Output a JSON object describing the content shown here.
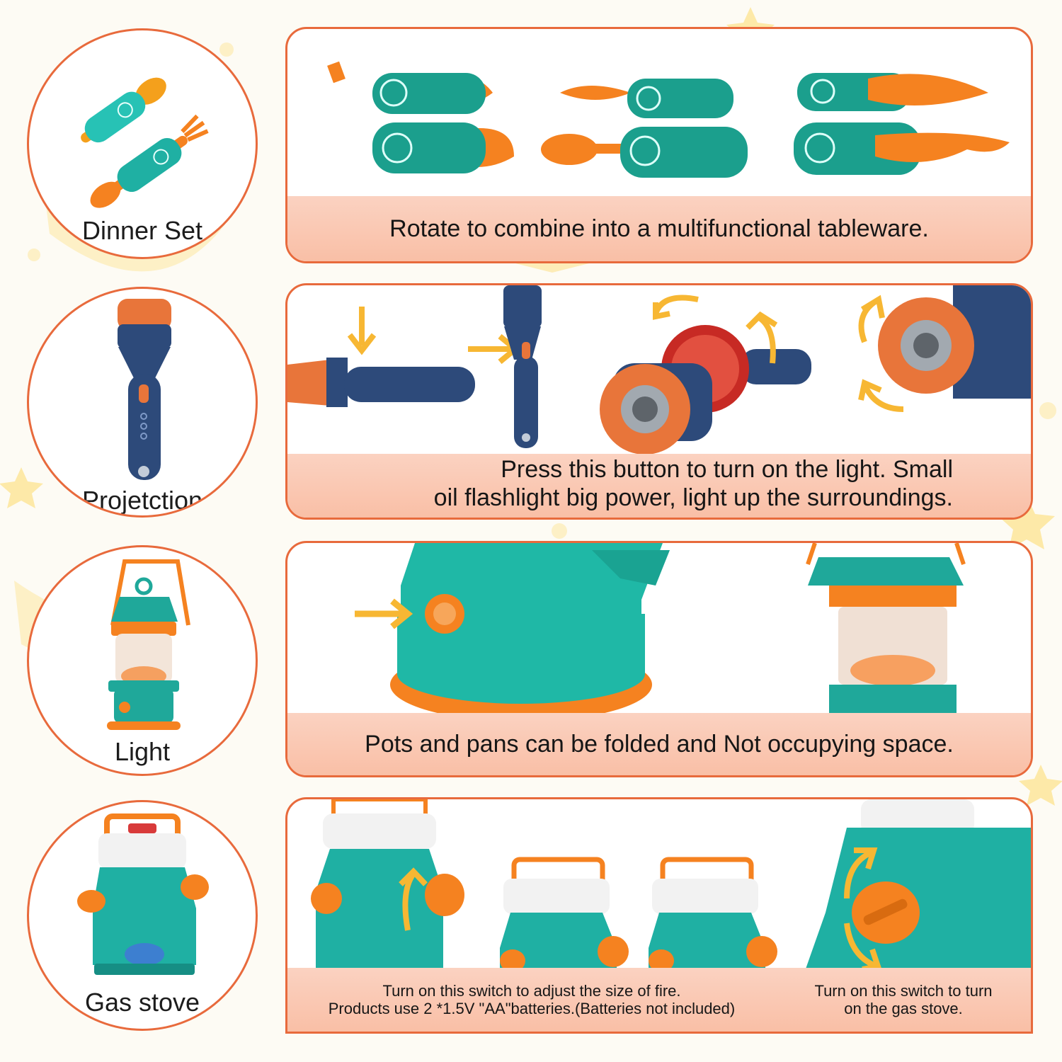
{
  "sections": [
    {
      "label": "Dinner Set",
      "caption": "Rotate to combine into a multifunctional tableware."
    },
    {
      "label": "Projetction",
      "caption_lines": [
        "Press this button to turn on the light. Small",
        "oil flashlight big power, light up the surroundings."
      ]
    },
    {
      "label": "Light",
      "caption": "Pots and pans can be folded and Not occupying space."
    },
    {
      "label": "Gas stove",
      "caption_left": [
        "Turn on this switch to adjust the size of fire.",
        "Products use 2 *1.5V \"AA\"batteries.(Batteries not included)"
      ],
      "caption_right": [
        "Turn on this switch to turn",
        "on the gas stove."
      ]
    }
  ],
  "colors": {
    "accent": "#e86a3c",
    "teal": "#1fa89a",
    "orange": "#f28a1c",
    "navy": "#2d4a7a",
    "caption_bg": "#f9c4ad",
    "star": "#fde9a8"
  },
  "icons": [
    "star-icon",
    "moon-icon",
    "arrow-icon",
    "rotate-arrow-icon"
  ]
}
